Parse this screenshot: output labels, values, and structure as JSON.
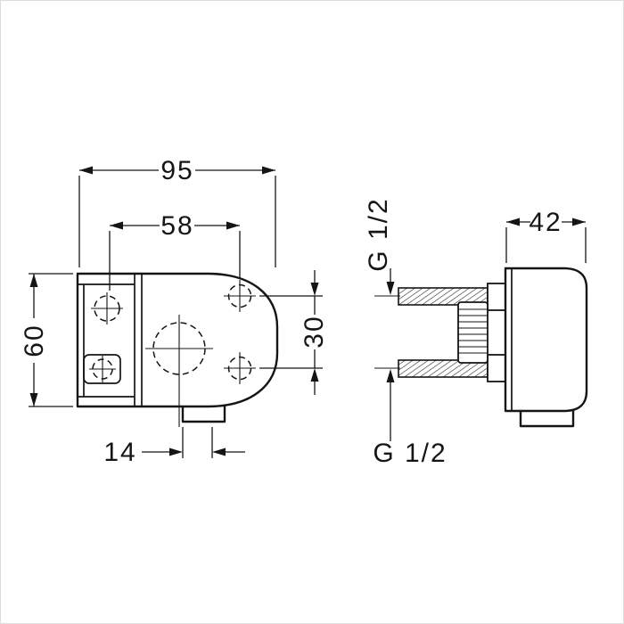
{
  "front_view": {
    "dim_width": "95",
    "dim_hole_spacing": "58",
    "dim_height": "60",
    "dim_hole_offset": "30",
    "dim_outlet_offset": "14"
  },
  "side_view": {
    "dim_depth": "42",
    "thread_top_label": "G 1/2",
    "thread_bottom_label": "G 1/2"
  },
  "colors": {
    "line": "#151515",
    "background": "#ffffff"
  }
}
